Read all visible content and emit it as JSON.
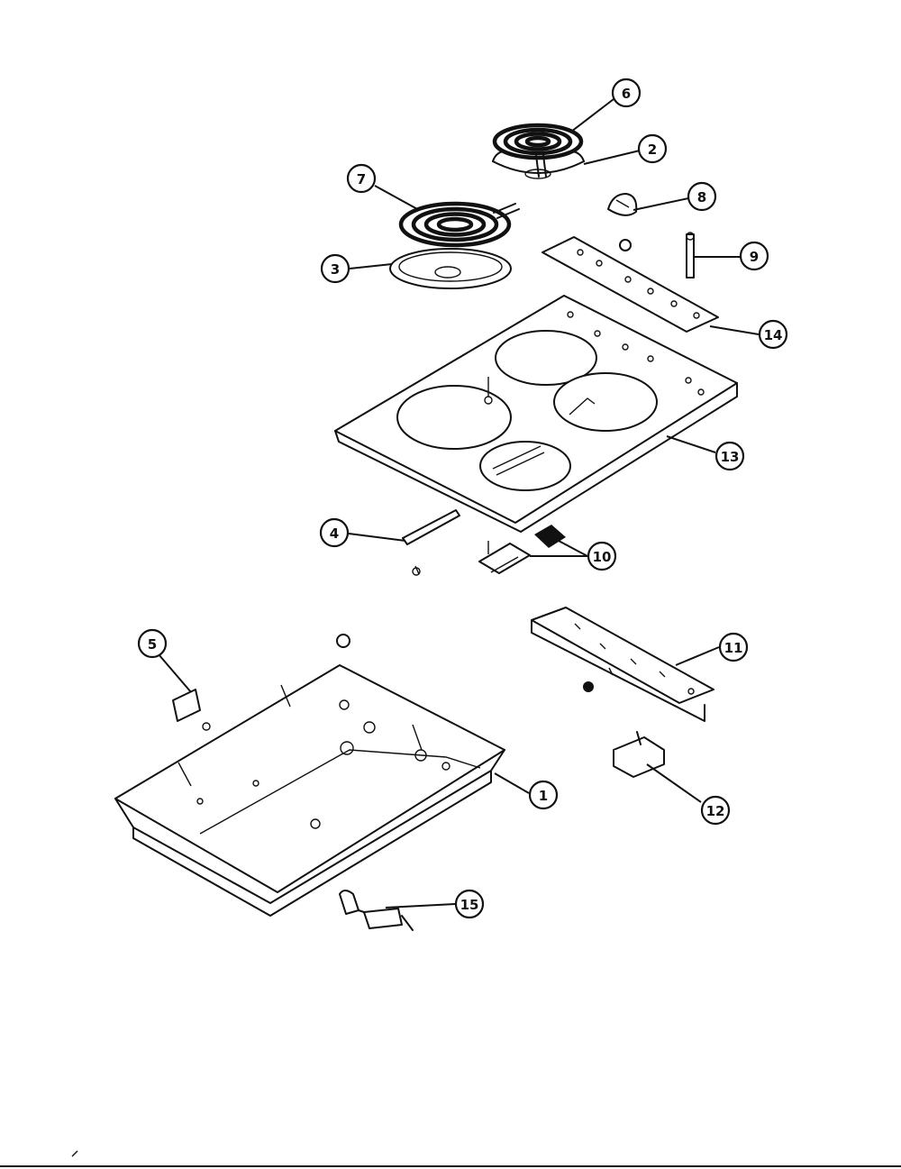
{
  "callouts": [
    {
      "id": "callout-6",
      "label": "6"
    },
    {
      "id": "callout-2",
      "label": "2"
    },
    {
      "id": "callout-7",
      "label": "7"
    },
    {
      "id": "callout-8",
      "label": "8"
    },
    {
      "id": "callout-3",
      "label": "3"
    },
    {
      "id": "callout-9",
      "label": "9"
    },
    {
      "id": "callout-14",
      "label": "14"
    },
    {
      "id": "callout-13",
      "label": "13"
    },
    {
      "id": "callout-4",
      "label": "4"
    },
    {
      "id": "callout-10",
      "label": "10"
    },
    {
      "id": "callout-5",
      "label": "5"
    },
    {
      "id": "callout-11",
      "label": "11"
    },
    {
      "id": "callout-1",
      "label": "1"
    },
    {
      "id": "callout-12",
      "label": "12"
    },
    {
      "id": "callout-15",
      "label": "15"
    }
  ]
}
